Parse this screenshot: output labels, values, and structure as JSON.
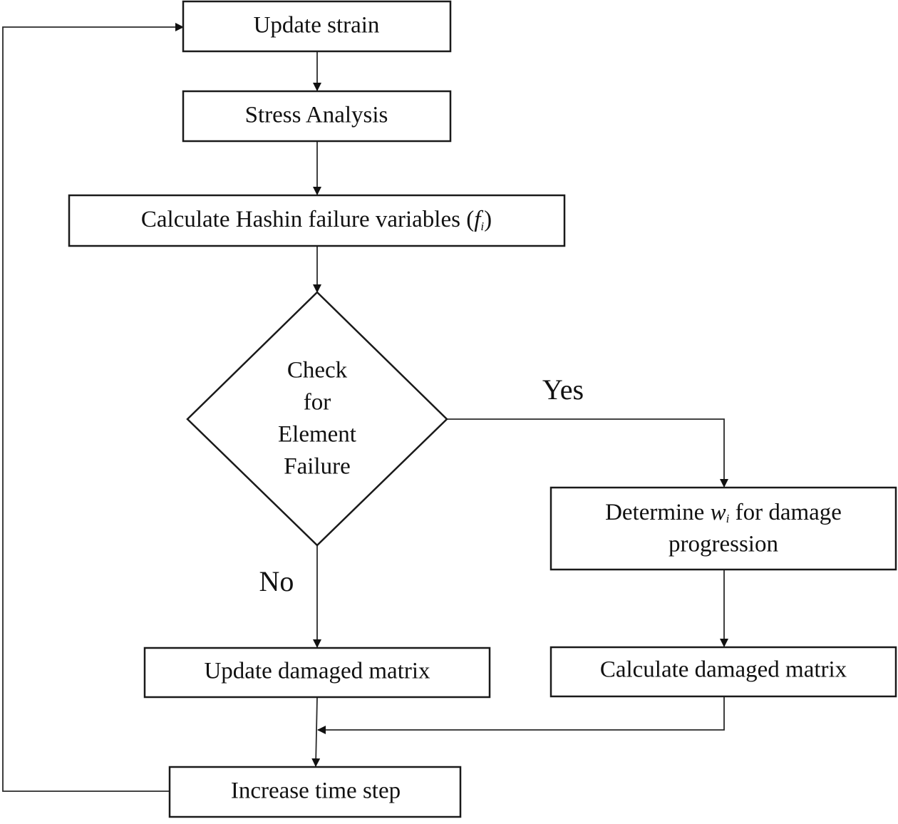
{
  "nodes": {
    "update_strain": "Update strain",
    "stress_analysis": "Stress Analysis",
    "hashin": {
      "text": "Calculate Hashin failure variables (",
      "var": "f",
      "sub": "i",
      "close": ")"
    },
    "check": {
      "line1": "Check",
      "line2": "for",
      "line3": "Element",
      "line4": "Failure"
    },
    "determine": {
      "line1_pre": "Determine ",
      "var": "w",
      "sub": "i",
      "line1_post": " for damage",
      "line2": "progression"
    },
    "update_damaged": "Update damaged matrix",
    "calculate_damaged": "Calculate damaged matrix",
    "increase_time": "Increase time step"
  },
  "branches": {
    "yes": "Yes",
    "no": "No"
  }
}
